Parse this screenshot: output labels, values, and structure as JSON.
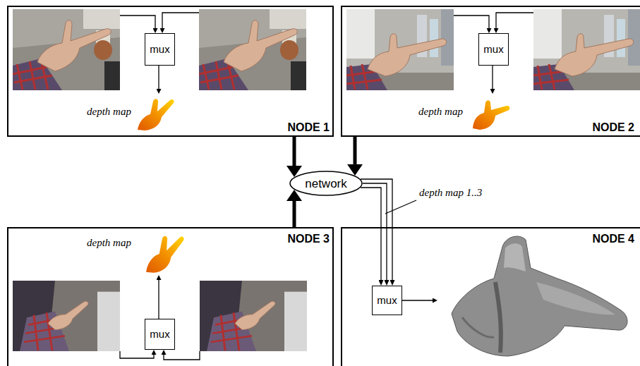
{
  "diagram": {
    "nodes": [
      {
        "text": [
          "NODE 1",
          "depth map"
        ]
      },
      {
        "text": [
          "mux"
        ],
        "in": 0
      },
      {
        "text": [
          "NODE 2",
          "depth map"
        ]
      },
      {
        "text": [
          "mux"
        ],
        "in": 2
      },
      {
        "text": [
          "network"
        ]
      },
      {
        "text": [
          "NODE 3",
          "depth map"
        ]
      },
      {
        "text": [
          "mux"
        ],
        "in": 5
      },
      {
        "text": [
          "NODE 4"
        ]
      },
      {
        "text": [
          "mux"
        ],
        "in": 7
      }
    ],
    "edges": [
      {
        "from": 0,
        "to": 4,
        "arrow": "to"
      },
      {
        "from": 2,
        "to": 4,
        "arrow": "to"
      },
      {
        "from": 5,
        "to": 4,
        "arrow": "to"
      },
      {
        "from": 4,
        "to": 8,
        "arrow": "to"
      },
      {
        "from": 4,
        "to": 8,
        "arrow": "to"
      },
      {
        "from": 4,
        "to": 8,
        "arrow": "to"
      }
    ],
    "labels": [
      "depth map 1..3"
    ]
  }
}
